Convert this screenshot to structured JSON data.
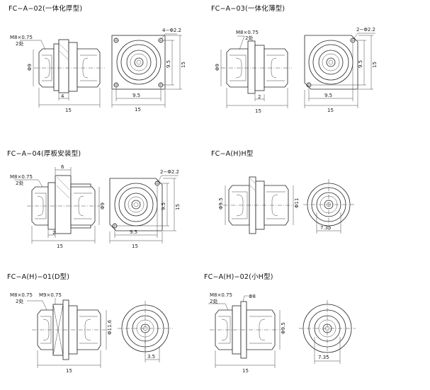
{
  "titles": {
    "a02": "FC−A−02(一体化厚型)",
    "a03": "FC−A−03(一体化薄型)",
    "a04": "FC−A−04(厚板安装型)",
    "ah": "FC−A(H)H型",
    "ah01": "FC−A(H)−01(D型)",
    "ah02": "FC−A(H)−02(小H型)"
  },
  "labels": {
    "a02": {
      "thread": "M8×0.75",
      "qty": "2处",
      "holes": "4−Φ2.2",
      "dia": "Φ9",
      "len": "15",
      "t": "4",
      "pitch": "9.5",
      "sq": "15",
      "v_pitch": "9.5",
      "v_sq": "15"
    },
    "a03": {
      "thread": "M8×0.75",
      "qty": "2处",
      "holes": "2−Φ2.2",
      "dia": "Φ9",
      "len": "15",
      "t": "2",
      "pitch": "9.5",
      "sq": "15",
      "v_pitch": "9.5",
      "v_sq": "15"
    },
    "a04": {
      "thread": "M8×0.75",
      "qty": "2处",
      "holes": "2−Φ2.2",
      "dia": "Φ9",
      "len": "15",
      "t": "2",
      "top": "6",
      "pitch": "9.5",
      "sq": "15",
      "v_pitch": "9.5",
      "v_sq": "15"
    },
    "ah": {
      "dia1": "Φ9.5",
      "dia2": "Φ11",
      "cd": "7.35"
    },
    "ah01": {
      "thread1": "M8×0.75",
      "thread2": "M9×0.75",
      "qty": "2处",
      "dia": "Φ11.6",
      "len": "15",
      "cd": "3.5"
    },
    "ah02": {
      "thread": "M8×0.75",
      "qty": "2处",
      "dia": "Φ8",
      "dia2": "Φ9.5",
      "len": "15",
      "cd": "7.35"
    }
  },
  "colors": {
    "line": "#222222",
    "background": "#ffffff"
  }
}
